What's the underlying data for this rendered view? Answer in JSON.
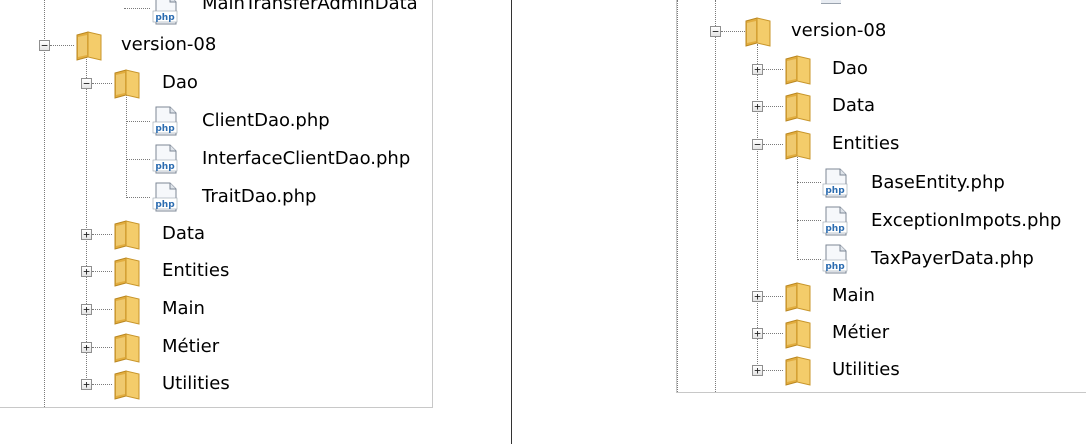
{
  "left_tree": {
    "truncated_item": "MainTransferAdminData",
    "root": "version-08",
    "folder_dao": "Dao",
    "dao_files": [
      "ClientDao.php",
      "InterfaceClientDao.php",
      "TraitDao.php"
    ],
    "folders_after": [
      "Data",
      "Entities",
      "Main",
      "Métier",
      "Utilities"
    ]
  },
  "right_tree": {
    "root": "version-08",
    "folders_before": [
      "Dao",
      "Data"
    ],
    "folder_entities": "Entities",
    "entity_files": [
      "BaseEntity.php",
      "ExceptionImpots.php",
      "TaxPayerData.php"
    ],
    "folders_after": [
      "Main",
      "Métier",
      "Utilities"
    ]
  },
  "icons": {
    "folder_color": "#f4cc6a",
    "file_badge_text": "php",
    "file_badge_color": "#2b6cb0"
  }
}
